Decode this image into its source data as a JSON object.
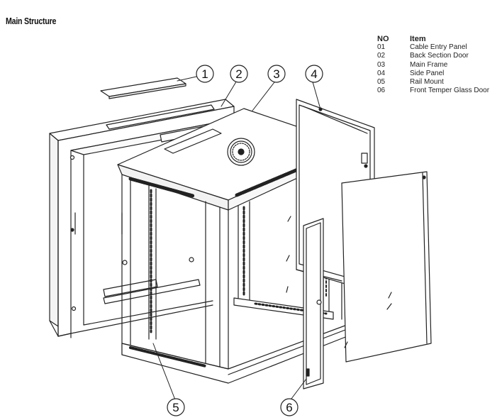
{
  "title": "Main Structure",
  "table": {
    "header_no": "NO",
    "header_item": "Item",
    "rows": [
      {
        "no": "01",
        "item": "Cable Entry Panel"
      },
      {
        "no": "02",
        "item": "Back Section Door"
      },
      {
        "no": "03",
        "item": "Main Frame"
      },
      {
        "no": "04",
        "item": "Side Panel"
      },
      {
        "no": "05",
        "item": "Rail Mount"
      },
      {
        "no": "06",
        "item": "Front Temper Glass Door"
      }
    ]
  },
  "callouts": [
    "1",
    "2",
    "3",
    "4",
    "5",
    "6"
  ]
}
